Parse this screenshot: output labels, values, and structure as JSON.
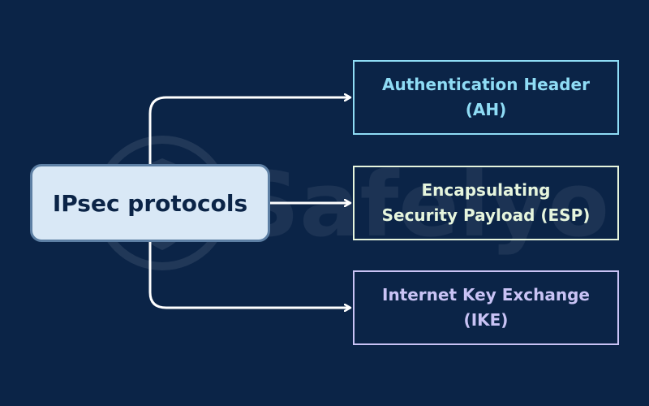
{
  "colors": {
    "background": "#0b2447",
    "root_fill": "#d9e8f6",
    "root_border": "#5d7fa4",
    "root_text": "#0b2447",
    "connector": "#ffffff"
  },
  "watermark": {
    "text": "Safelyo",
    "icon": "shield-logo-icon"
  },
  "root": {
    "label": "IPsec protocols"
  },
  "protocols": [
    {
      "line1": "Authentication Header",
      "line2": "(AH)",
      "text_color": "#8fdcf5",
      "border_color": "#8fdcf5"
    },
    {
      "line1": "Encapsulating",
      "line2": "Security Payload (ESP)",
      "text_color": "#e6f5dd",
      "border_color": "#e6f5dd"
    },
    {
      "line1": "Internet Key Exchange",
      "line2": "(IKE)",
      "text_color": "#c9c3f5",
      "border_color": "#c9c3f5"
    }
  ]
}
